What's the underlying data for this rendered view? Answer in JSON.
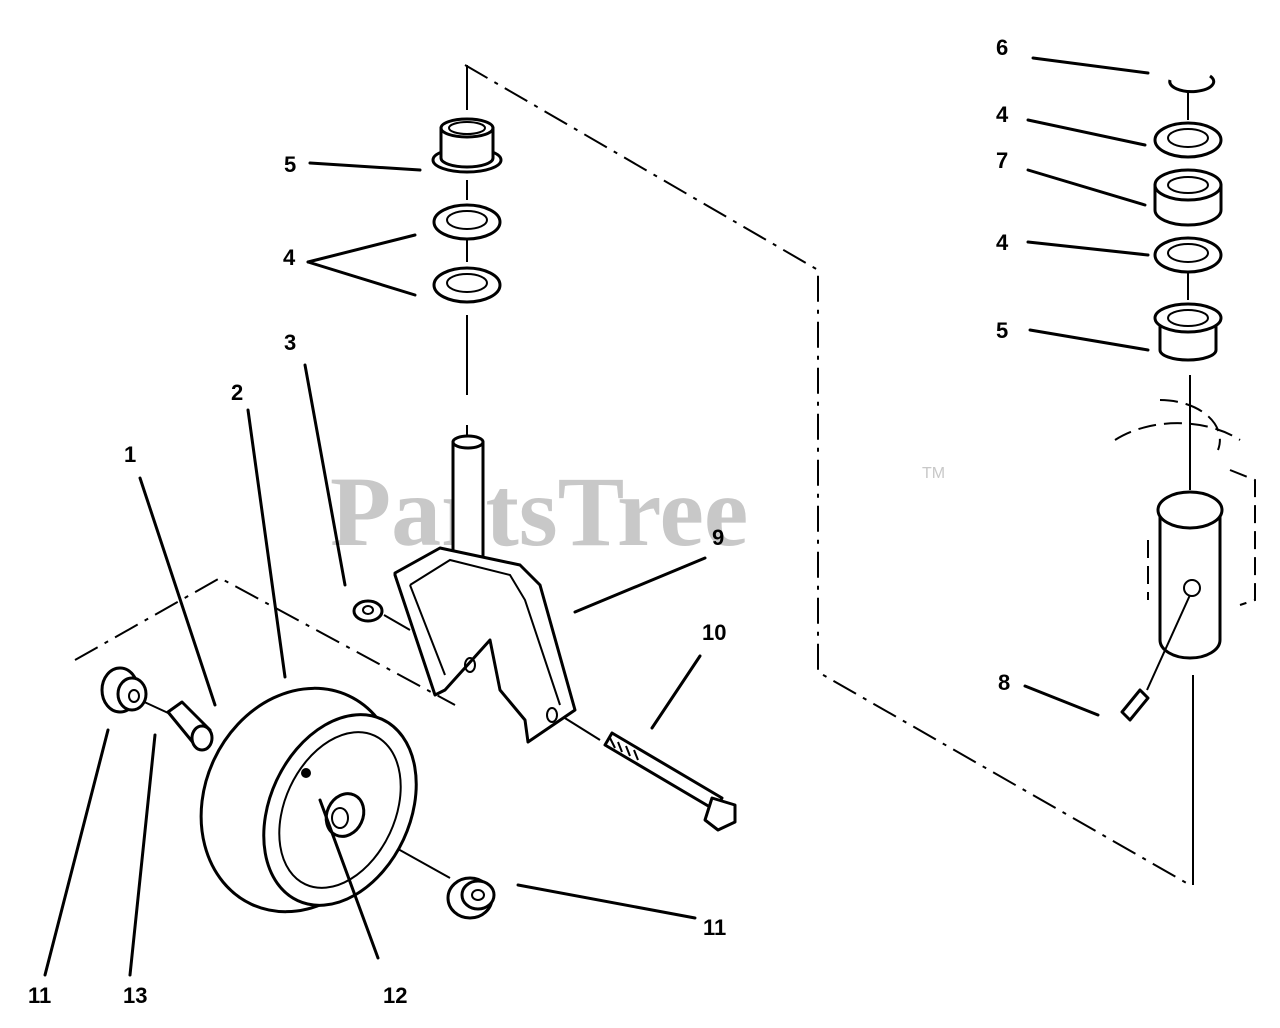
{
  "watermark": {
    "text": "PartsTree",
    "trademark": "TM"
  },
  "callouts": {
    "c1": "1",
    "c2": "2",
    "c3": "3",
    "c4_left": "4",
    "c5_left": "5",
    "c9": "9",
    "c10": "10",
    "c11_left": "11",
    "c11_right": "11",
    "c12": "12",
    "c13": "13",
    "c6": "6",
    "c4_right_top": "4",
    "c7": "7",
    "c4_right_bottom": "4",
    "c5_right": "5",
    "c8": "8"
  }
}
